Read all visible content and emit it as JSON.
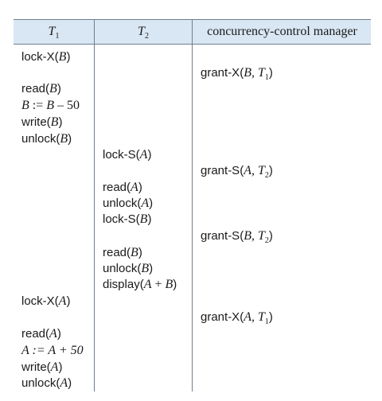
{
  "headers": {
    "t1": {
      "letter": "T",
      "sub": "1"
    },
    "t2": {
      "letter": "T",
      "sub": "2"
    },
    "ccm": "concurrency-control manager"
  },
  "t1_ops": {
    "lockx_b": {
      "fn": "lock-X(",
      "arg": "B",
      "close": ")"
    },
    "read_b": {
      "fn": "read(",
      "arg": "B",
      "close": ")"
    },
    "assign_b": {
      "lhs": "B",
      "op": " := ",
      "rhs": "B",
      "minus": " – 50"
    },
    "write_b": {
      "fn": "write(",
      "arg": "B",
      "close": ")"
    },
    "unlock_b": {
      "fn": "unlock(",
      "arg": "B",
      "close": ")"
    },
    "lockx_a": {
      "fn": "lock-X(",
      "arg": "A",
      "close": ")"
    },
    "read_a": {
      "fn": "read(",
      "arg": "A",
      "close": ")"
    },
    "assign_a": {
      "lhs": "A",
      "op": " := ",
      "rhs": "A",
      "plus": " + 50"
    },
    "write_a": {
      "fn": "write(",
      "arg": "A",
      "close": ")"
    },
    "unlock_a": {
      "fn": "unlock(",
      "arg": "A",
      "close": ")"
    }
  },
  "t2_ops": {
    "locks_a": {
      "fn": "lock-S(",
      "arg": "A",
      "close": ")"
    },
    "read_a": {
      "fn": "read(",
      "arg": "A",
      "close": ")"
    },
    "unlock_a": {
      "fn": "unlock(",
      "arg": "A",
      "close": ")"
    },
    "locks_b": {
      "fn": "lock-S(",
      "arg": "B",
      "close": ")"
    },
    "read_b": {
      "fn": "read(",
      "arg": "B",
      "close": ")"
    },
    "unlock_b": {
      "fn": "unlock(",
      "arg": "B",
      "close": ")"
    },
    "display": {
      "fn": "display(",
      "arg1": "A",
      "plus": " + ",
      "arg2": "B",
      "close": ")"
    }
  },
  "ccm_ops": {
    "grant_x_b_t1": {
      "fn": "grant-X(",
      "item": "B",
      "sep": ", ",
      "txn": "T",
      "sub": "1",
      "close": ")"
    },
    "grant_s_a_t2": {
      "fn": "grant-S(",
      "item": "A",
      "sep": ", ",
      "txn": "T",
      "sub": "2",
      "close": ")"
    },
    "grant_s_b_t2": {
      "fn": "grant-S(",
      "item": "B",
      "sep": ", ",
      "txn": "T",
      "sub": "2",
      "close": ")"
    },
    "grant_x_a_t1": {
      "fn": "grant-X(",
      "item": "A",
      "sep": ", ",
      "txn": "T",
      "sub": "1",
      "close": ")"
    }
  }
}
